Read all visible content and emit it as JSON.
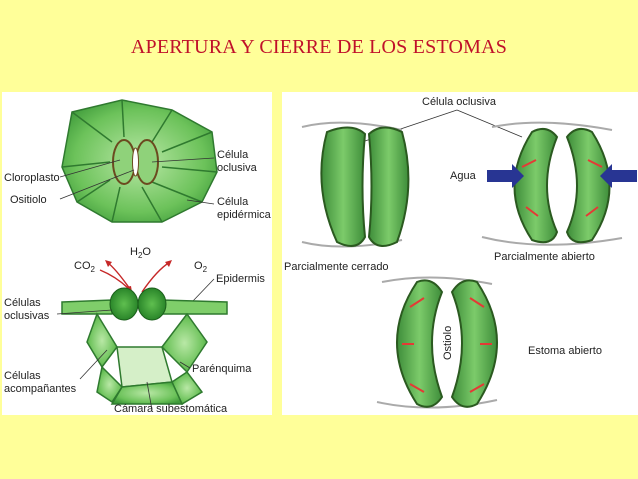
{
  "title": "APERTURA Y CIERRE DE LOS ESTOMAS",
  "left": {
    "cloroplasto": "Cloroplasto",
    "ositiolo": "Ositiolo",
    "celula_oclusiva_1": "Célula",
    "celula_oclusiva_2": "oclusiva",
    "celula_epidermica_1": "Célula",
    "celula_epidermica_2": "epidérmica",
    "h2o": "H",
    "h2o_sub": "2",
    "h2o_end": "O",
    "co2": "CO",
    "co2_sub": "2",
    "o2": "O",
    "o2_sub": "2",
    "epidermis": "Epidermis",
    "celulas_oclusivas_1": "Células",
    "celulas_oclusivas_2": "oclusivas",
    "celulas_acompanantes_1": "Células",
    "celulas_acompanantes_2": "acompañantes",
    "parenquima": "Parénquima",
    "camara": "Cámara subestomática"
  },
  "right": {
    "celula_oclusiva": "Célula oclusiva",
    "agua": "Agua",
    "parcialmente_cerrado": "Parcialmente cerrado",
    "parcialmente_abierto": "Parcialmente abierto",
    "ostiolo": "Ostiolo",
    "estoma_abierto": "Estoma abierto"
  },
  "colors": {
    "background": "#ffff99",
    "title": "#c0102a",
    "leaf_green": "#4caf50",
    "dark_green": "#2e7d32",
    "arrow_red": "#e53935",
    "arrow_blue": "#283593"
  }
}
